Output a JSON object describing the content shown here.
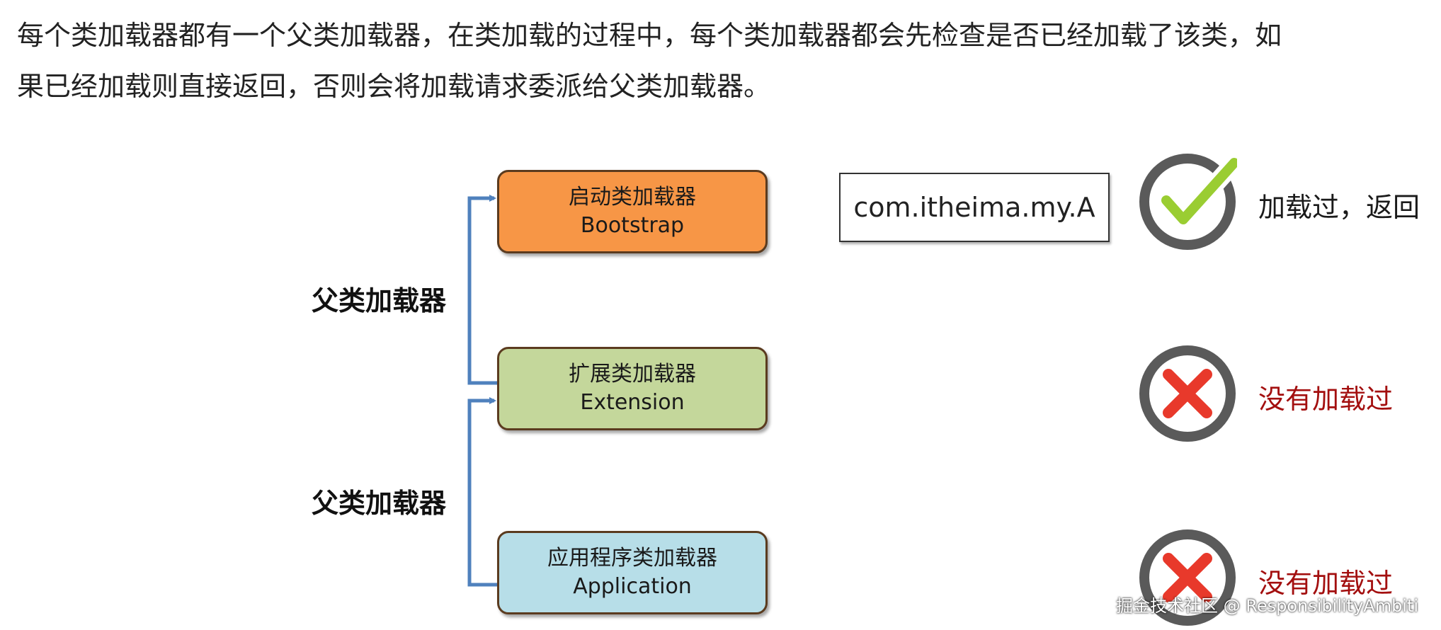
{
  "intro": {
    "line1": "每个类加载器都有一个父类加载器，在类加载的过程中，每个类加载器都会先检查是否已经加载了该类，如",
    "line2": "果已经加载则直接返回，否则会将加载请求委派给父类加载器。"
  },
  "loaders": {
    "bootstrap": {
      "name_cn": "启动类加载器",
      "name_en": "Bootstrap",
      "color": "#f79646"
    },
    "extension": {
      "name_cn": "扩展类加载器",
      "name_en": "Extension",
      "color": "#c4d79b"
    },
    "application": {
      "name_cn": "应用程序类加载器",
      "name_en": "Application",
      "color": "#b7dee8"
    }
  },
  "parent_labels": {
    "upper": "父类加载器",
    "lower": "父类加载器"
  },
  "class_name": "com.itheima.my.A",
  "statuses": {
    "bootstrap": {
      "icon": "check-icon",
      "text": "加载过，返回"
    },
    "extension": {
      "icon": "cross-icon",
      "text": "没有加载过"
    },
    "application": {
      "icon": "cross-icon",
      "text": "没有加载过"
    }
  },
  "colors": {
    "connector": "#4f81bd",
    "check": "#9acd32",
    "cross": "#e8392b",
    "ring": "#5a5a5a",
    "not_loaded_text": "#a30f0f"
  },
  "watermark": "掘金技术社区 @ ResponsibilityAmbiti"
}
